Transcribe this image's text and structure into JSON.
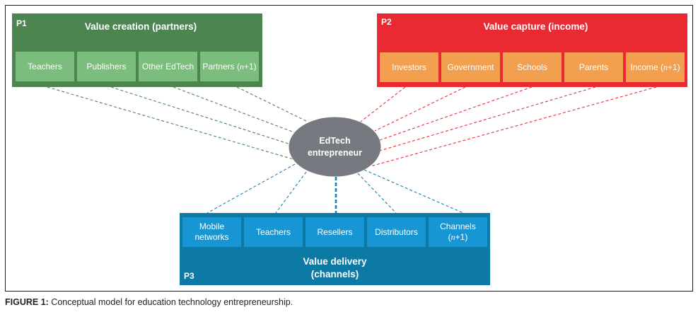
{
  "hub": {
    "label_line1": "EdTech",
    "label_line2": "entrepreneur"
  },
  "panels": {
    "p1": {
      "tag": "P1",
      "title": "Value creation (partners)",
      "color": "#4d8550",
      "sub_color": "#7bbd7d",
      "line_color": "#4d8550",
      "items": [
        {
          "text": "Teachers",
          "italic": ""
        },
        {
          "text": "Publishers",
          "italic": ""
        },
        {
          "text": "Other EdTech",
          "italic": ""
        },
        {
          "text": "Partners (",
          "italic": "n",
          "suffix": "+1)"
        }
      ]
    },
    "p2": {
      "tag": "P2",
      "title": "Value capture (income)",
      "color": "#ea2a33",
      "sub_color": "#f2a050",
      "line_color": "#e8323a",
      "items": [
        {
          "text": "Investors",
          "italic": ""
        },
        {
          "text": "Government",
          "italic": ""
        },
        {
          "text": "Schools",
          "italic": ""
        },
        {
          "text": "Parents",
          "italic": ""
        },
        {
          "text": "Income (",
          "italic": "n",
          "suffix": "+1)"
        }
      ]
    },
    "p3": {
      "tag": "P3",
      "title_line1": "Value delivery",
      "title_line2": "(channels)",
      "color": "#0d7aa6",
      "sub_color": "#1896d4",
      "line_color": "#1f7fb0",
      "items": [
        {
          "line1": "Mobile",
          "line2": "networks"
        },
        {
          "line1": "Teachers",
          "line2": ""
        },
        {
          "line1": "Resellers",
          "line2": ""
        },
        {
          "line1": "Distributors",
          "line2": ""
        },
        {
          "line1": "Channels",
          "line2_prefix": "(",
          "line2_italic": "n",
          "line2_suffix": "+1)"
        }
      ]
    }
  },
  "caption": {
    "label": "FIGURE 1:",
    "text": " Conceptual model for education technology entrepreneurship."
  }
}
